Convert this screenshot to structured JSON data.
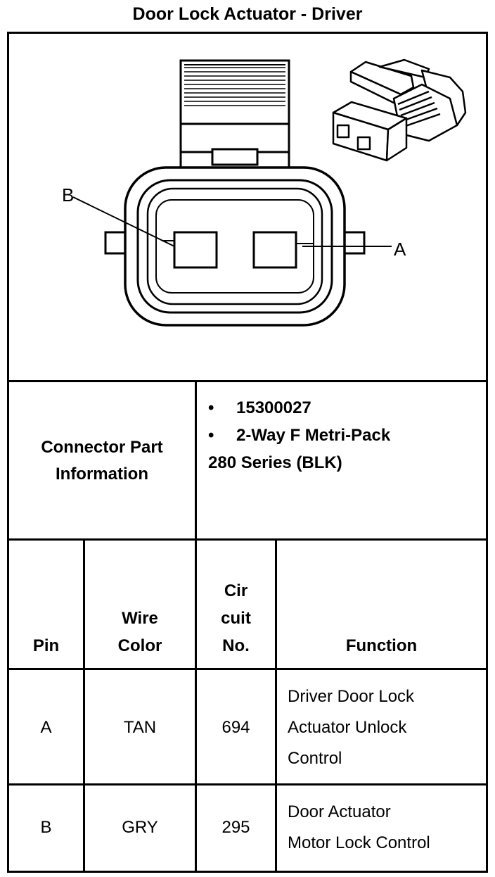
{
  "title": "Door Lock Actuator - Driver",
  "diagram": {
    "pin_label_b": "B",
    "pin_label_a": "A"
  },
  "connector_part": {
    "label_line1": "Connector Part",
    "label_line2": "Information",
    "bullet": "•",
    "items": [
      "15300027",
      "2-Way F Metri-Pack"
    ],
    "continuation": "280 Series (BLK)"
  },
  "table": {
    "headers": {
      "pin": "Pin",
      "wire_color_line1": "Wire",
      "wire_color_line2": "Color",
      "circuit_line1": "Cir",
      "circuit_line2": "cuit",
      "circuit_line3": "No.",
      "function": "Function"
    },
    "rows": [
      {
        "pin": "A",
        "wire_color": "TAN",
        "circuit": "694",
        "function_lines": [
          "Driver Door Lock",
          "Actuator Unlock",
          "Control"
        ]
      },
      {
        "pin": "B",
        "wire_color": "GRY",
        "circuit": "295",
        "function_lines": [
          "Door Actuator",
          "Motor Lock Control"
        ]
      }
    ]
  }
}
